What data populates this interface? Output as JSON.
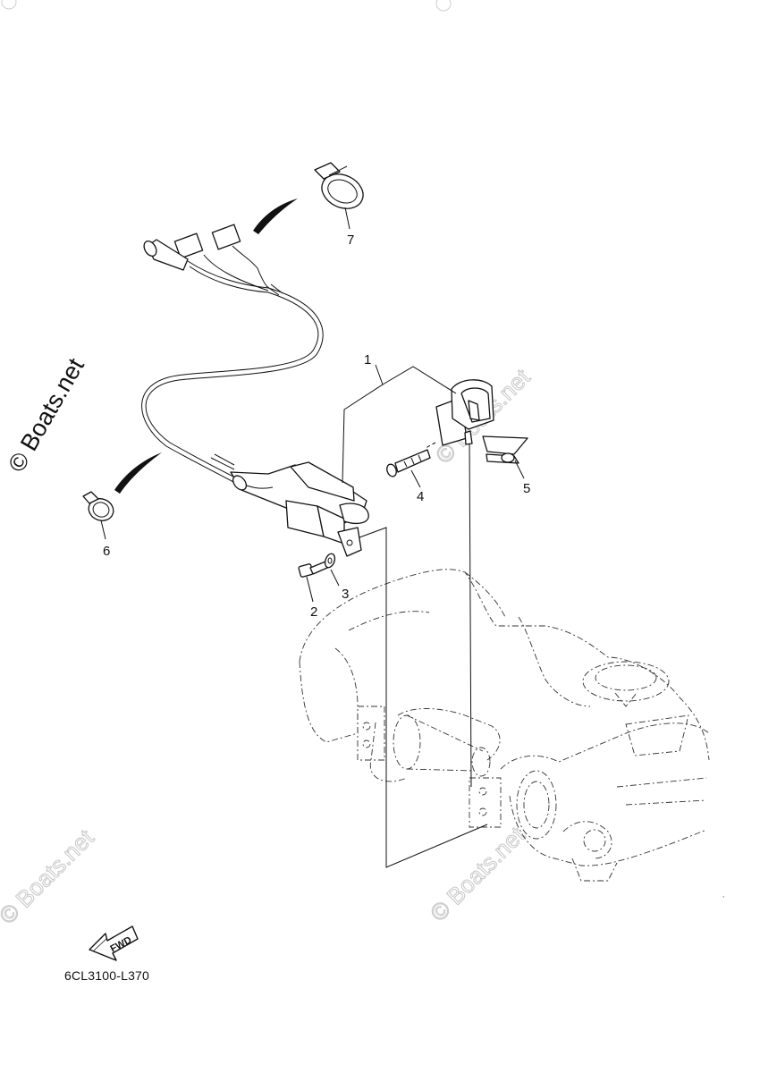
{
  "diagram": {
    "code": "6CL3100-L370",
    "fwd_label": "FWD",
    "watermark": "© Boats.net",
    "callouts": {
      "c1": "1",
      "c2": "2",
      "c3": "3",
      "c4": "4",
      "c5": "5",
      "c6": "6",
      "c7": "7"
    }
  }
}
